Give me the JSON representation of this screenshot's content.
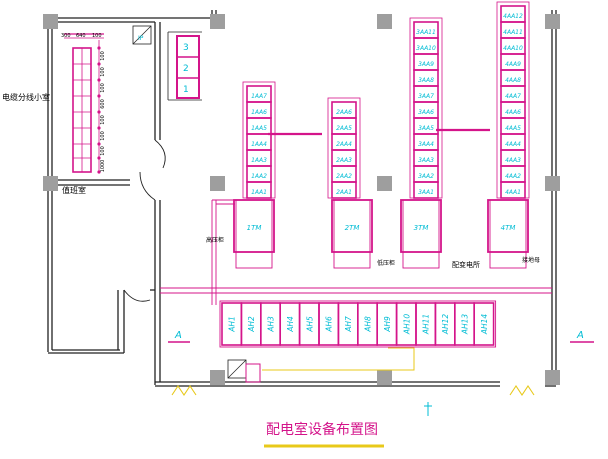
{
  "title": "配电室设备布置图",
  "rooms": {
    "cable_room": "电缆分线小室",
    "duty_room": "值班室",
    "distribution_room": "配变电所"
  },
  "dims": [
    "300",
    "640",
    "100"
  ],
  "rack_dims": [
    "100",
    "100",
    "100",
    "600",
    "100",
    "100",
    "100",
    "1000"
  ],
  "small_cabinets": [
    "3",
    "2",
    "1"
  ],
  "ip_labels": [
    "IP"
  ],
  "columns": [
    {
      "name": "1AA",
      "labels": [
        "1AA7",
        "1AA6",
        "1AA5",
        "1AA4",
        "1AA3",
        "1AA2",
        "1AA1"
      ]
    },
    {
      "name": "2AA",
      "labels": [
        "2AA6",
        "2AA5",
        "2AA4",
        "2AA3",
        "2AA2",
        "2AA1"
      ]
    },
    {
      "name": "3AA",
      "labels": [
        "3AA11",
        "3AA10",
        "3AA9",
        "3AA8",
        "3AA7",
        "3AA6",
        "3AA5",
        "3AA4",
        "3AA3",
        "3AA2",
        "3AA1"
      ]
    },
    {
      "name": "4AA",
      "labels": [
        "4AA12",
        "4AA11",
        "4AA10",
        "4AA9",
        "4AA8",
        "4AA7",
        "4AA6",
        "4AA5",
        "4AA4",
        "4AA3",
        "4AA2",
        "4AA1"
      ]
    }
  ],
  "transformers": [
    "1TM",
    "2TM",
    "3TM",
    "4TM"
  ],
  "ah_cabinets": [
    "AH1",
    "AH2",
    "AH3",
    "AH4",
    "AH5",
    "AH6",
    "AH7",
    "AH8",
    "AH9",
    "AH10",
    "AH11",
    "AH12",
    "AH13",
    "AH14"
  ],
  "annotations": [
    "高压柜",
    "低压柜",
    "配变电所",
    "接地母"
  ],
  "section_marks": [
    "A",
    "A"
  ],
  "colors": {
    "cabinet": "#d4148a",
    "text": "#00bcd4",
    "column": "#9e9e9e",
    "wall": "#222222",
    "door": "#e8c91a"
  }
}
